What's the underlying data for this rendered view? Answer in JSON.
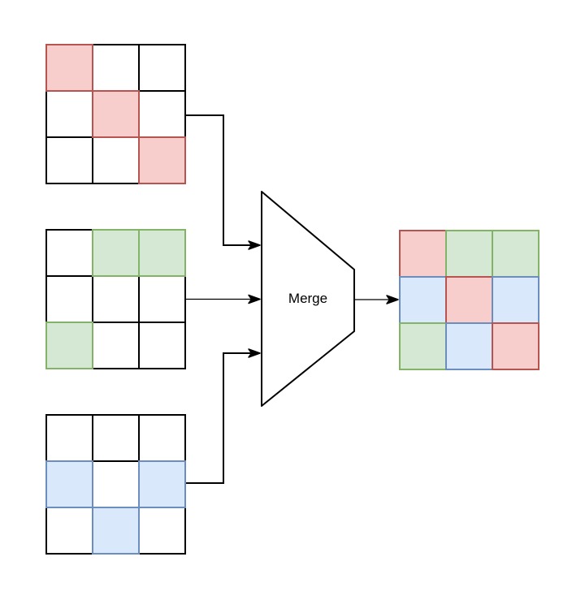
{
  "diagram": {
    "background_color": "#ffffff",
    "merge_shape": {
      "label": "Merge",
      "fill": "#ffffff",
      "stroke": "#000000"
    },
    "palette": {
      "red": {
        "fill": "#f8cecc",
        "stroke": "#b85450"
      },
      "green": {
        "fill": "#d5e8d4",
        "stroke": "#82b366"
      },
      "blue": {
        "fill": "#dae8fc",
        "stroke": "#6c8ebf"
      },
      "none": {
        "fill": "#ffffff",
        "stroke": "#000000"
      }
    },
    "grids": [
      {
        "name": "input-grid-red",
        "rows": [
          [
            "red",
            "none",
            "none"
          ],
          [
            "none",
            "red",
            "none"
          ],
          [
            "none",
            "none",
            "red"
          ]
        ]
      },
      {
        "name": "input-grid-green",
        "rows": [
          [
            "none",
            "green",
            "green"
          ],
          [
            "none",
            "none",
            "none"
          ],
          [
            "green",
            "none",
            "none"
          ]
        ]
      },
      {
        "name": "input-grid-blue",
        "rows": [
          [
            "none",
            "none",
            "none"
          ],
          [
            "blue",
            "none",
            "blue"
          ],
          [
            "none",
            "blue",
            "none"
          ]
        ]
      },
      {
        "name": "output-grid-merged",
        "rows": [
          [
            "red",
            "green",
            "green"
          ],
          [
            "blue",
            "red",
            "blue"
          ],
          [
            "green",
            "blue",
            "red"
          ]
        ]
      }
    ],
    "connectors": [
      {
        "from": "input-grid-red",
        "to": "merge-funnel"
      },
      {
        "from": "input-grid-green",
        "to": "merge-funnel"
      },
      {
        "from": "input-grid-blue",
        "to": "merge-funnel"
      },
      {
        "from": "merge-funnel",
        "to": "output-grid-merged"
      }
    ]
  }
}
